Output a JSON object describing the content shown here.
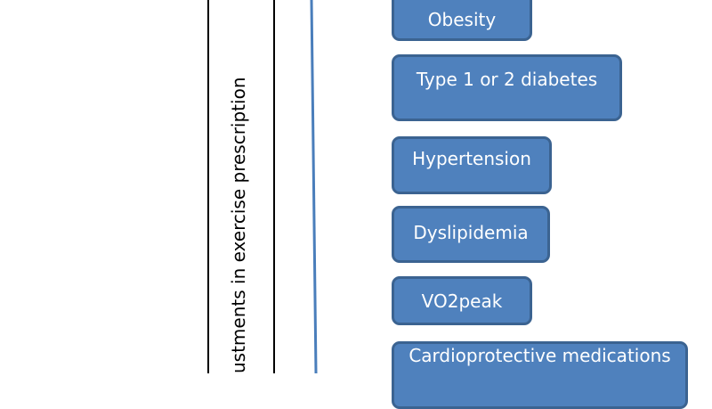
{
  "diagram": {
    "side_label": "ustments in exercise prescription",
    "factors": [
      {
        "label": "Obesity"
      },
      {
        "label": "Type 1 or 2 diabetes"
      },
      {
        "label": "Hypertension"
      },
      {
        "label": "Dyslipidemia"
      },
      {
        "label": "VO2peak"
      },
      {
        "label": "Cardioprotective medications"
      }
    ]
  },
  "colors": {
    "box_fill": "#4f81bd",
    "box_border": "#3b6391",
    "connector": "#4a7ebb",
    "text": "#ffffff",
    "frame": "#000000"
  }
}
